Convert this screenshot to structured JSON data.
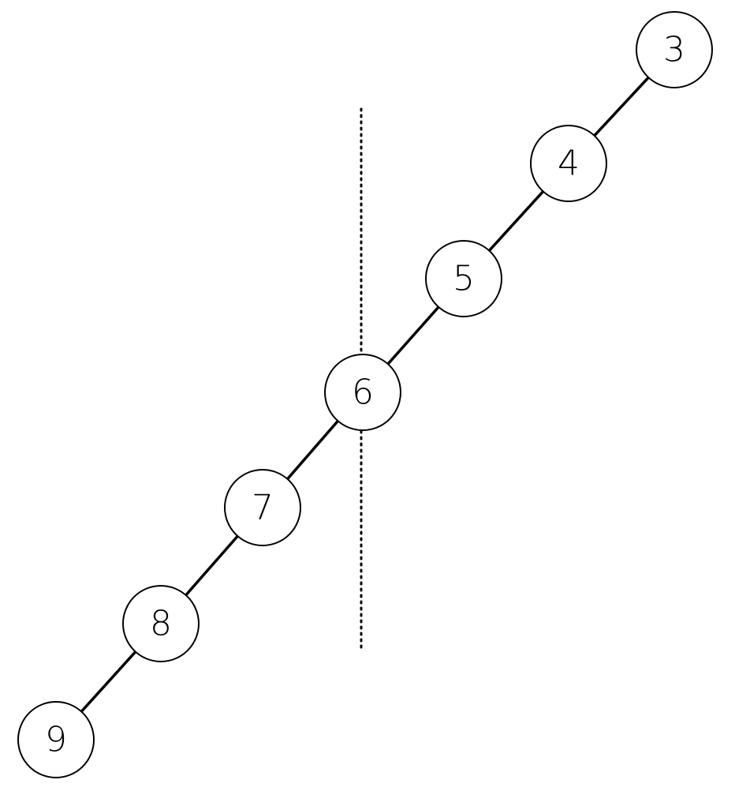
{
  "diagram": {
    "nodes": [
      {
        "id": "n3",
        "label": "3"
      },
      {
        "id": "n4",
        "label": "4"
      },
      {
        "id": "n5",
        "label": "5"
      },
      {
        "id": "n6",
        "label": "6"
      },
      {
        "id": "n7",
        "label": "7"
      },
      {
        "id": "n8",
        "label": "8"
      },
      {
        "id": "n9",
        "label": "9"
      }
    ],
    "edges": [
      [
        "n3",
        "n4"
      ],
      [
        "n4",
        "n5"
      ],
      [
        "n5",
        "n6"
      ],
      [
        "n6",
        "n7"
      ],
      [
        "n7",
        "n8"
      ],
      [
        "n8",
        "n9"
      ]
    ],
    "colors": {
      "stroke": "#000000",
      "fill": "#ffffff",
      "background": "#ffffff"
    }
  }
}
